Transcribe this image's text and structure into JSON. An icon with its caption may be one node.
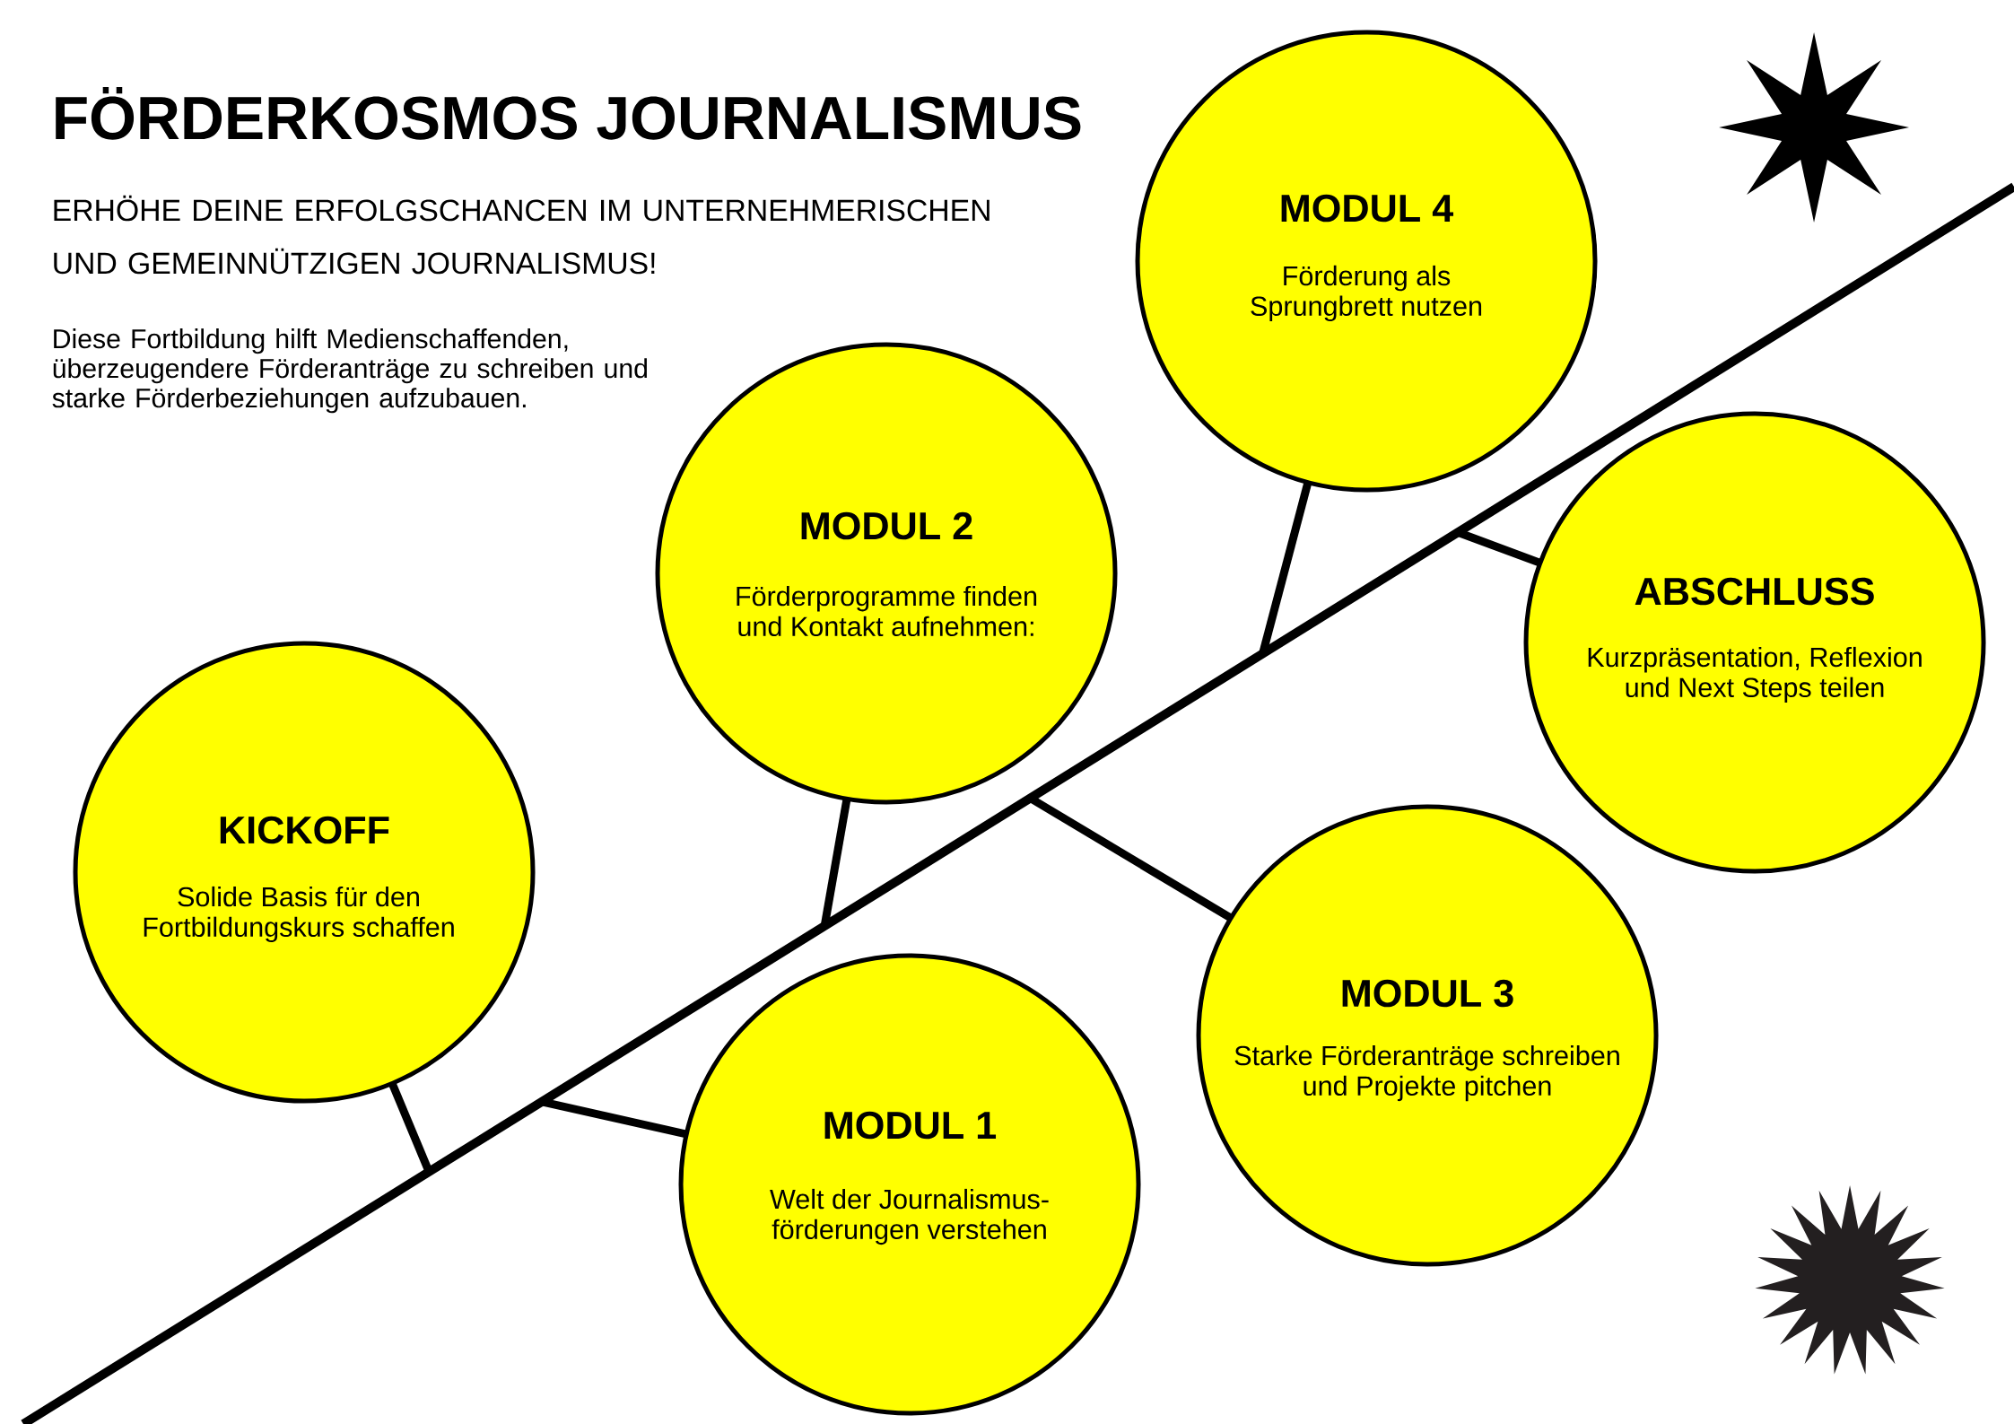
{
  "diagram": {
    "title": "FÖRDERKOSMOS JOURNALISMUS",
    "nodes": [
      {
        "text": [
          "KICKOFF",
          "Solide Basis für den Fortbildungskurs schaffen"
        ]
      },
      {
        "text": [
          "MODUL 1",
          "Welt der Journalismus- förderungen verstehen"
        ]
      },
      {
        "text": [
          "MODUL 2",
          "Förderprogramme finden und Kontakt aufnehmen:"
        ]
      },
      {
        "text": [
          "MODUL 3",
          "Starke Förderanträge schreiben und Projekte pitchen"
        ]
      },
      {
        "text": [
          "MODUL 4",
          "Förderung als Sprungbrett nutzen"
        ]
      },
      {
        "text": [
          "ABSCHLUSS",
          "Kurzpräsentation, Reflexion und Next Steps teilen"
        ]
      },
      {
        "text": [],
        "shape": "line"
      }
    ],
    "edges": [
      {
        "from": 0,
        "to": 6,
        "arrow": "none"
      },
      {
        "from": 1,
        "to": 6,
        "arrow": "none"
      },
      {
        "from": 2,
        "to": 6,
        "arrow": "none"
      },
      {
        "from": 3,
        "to": 6,
        "arrow": "none"
      },
      {
        "from": 4,
        "to": 6,
        "arrow": "none"
      },
      {
        "from": 5,
        "to": 6,
        "arrow": "none"
      }
    ],
    "labels": [
      "ERHÖHE DEINE ERFOLGSCHANCEN IM UNTERNEHMERISCHEN UND GEMEINNÜTZIGEN JOURNALISMUS!",
      "Diese Fortbildung hilft Medienschaffenden, überzeugendere Förderanträge zu schreiben und starke Förderbeziehungen aufzubauen."
    ]
  }
}
